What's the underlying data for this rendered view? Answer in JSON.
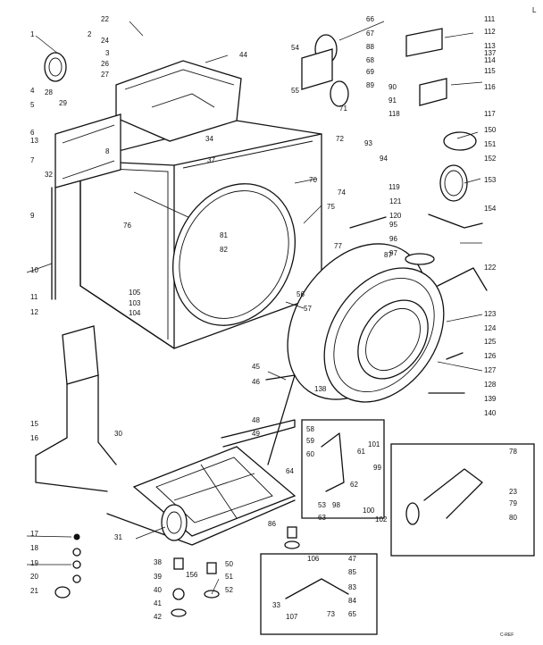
{
  "callouts": [
    "1",
    "2",
    "3",
    "4",
    "5",
    "6",
    "7",
    "8",
    "9",
    "10",
    "11",
    "12",
    "13",
    "15",
    "16",
    "17",
    "18",
    "19",
    "20",
    "21",
    "22",
    "23",
    "24",
    "26",
    "27",
    "28",
    "29",
    "30",
    "31",
    "32",
    "33",
    "34",
    "37",
    "38",
    "39",
    "40",
    "41",
    "42",
    "44",
    "45",
    "46",
    "47",
    "48",
    "49",
    "50",
    "51",
    "52",
    "53",
    "54",
    "55",
    "56",
    "57",
    "58",
    "59",
    "60",
    "61",
    "62",
    "63",
    "64",
    "65",
    "66",
    "67",
    "68",
    "69",
    "70",
    "71",
    "72",
    "73",
    "74",
    "75",
    "76",
    "77",
    "78",
    "79",
    "80",
    "81",
    "82",
    "83",
    "84",
    "85",
    "86",
    "87",
    "88",
    "89",
    "90",
    "91",
    "93",
    "94",
    "95",
    "96",
    "97",
    "98",
    "99",
    "100",
    "101",
    "102",
    "103",
    "104",
    "105",
    "106",
    "107",
    "111",
    "112",
    "113",
    "114",
    "115",
    "116",
    "117",
    "118",
    "119",
    "120",
    "121",
    "122",
    "123",
    "124",
    "125",
    "126",
    "127",
    "128",
    "137",
    "138",
    "139",
    "140",
    "150",
    "151",
    "152",
    "153",
    "154",
    "156"
  ],
  "corner_mark": "L",
  "footer_code": "C-REF"
}
